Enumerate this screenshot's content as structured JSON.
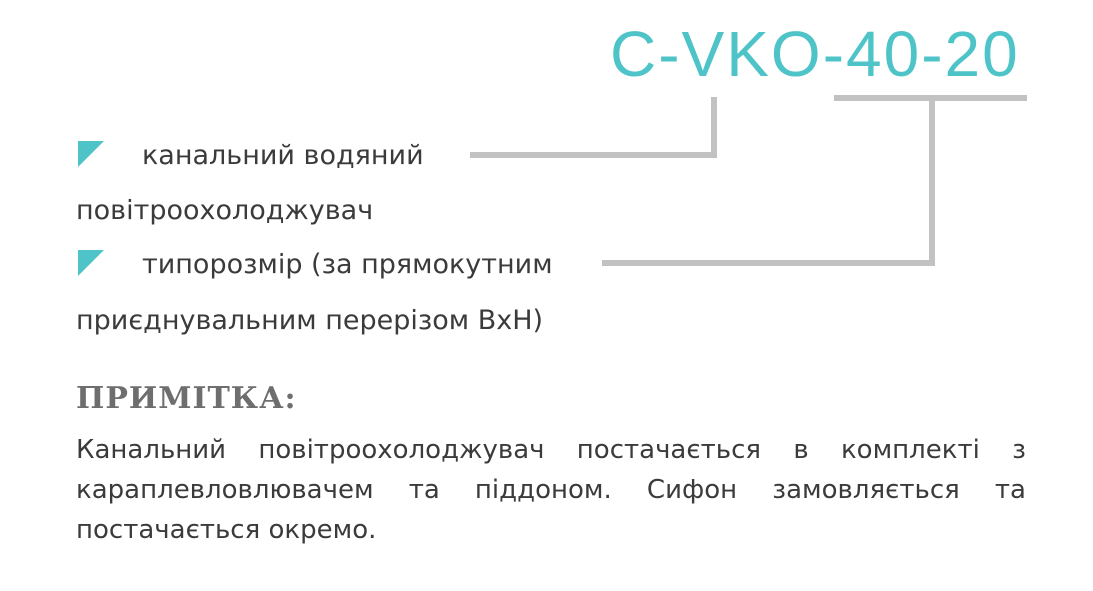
{
  "model_code": "C-VKO-40-20",
  "colors": {
    "accent": "#4ec4c8",
    "connector": "#c2c2c2",
    "text": "#3b3b3b",
    "note_title": "#6e6e6e"
  },
  "legend": [
    {
      "line1": "канальний водяний",
      "line2": "повітроохолоджувач",
      "marker_icon": "triangle-marker-icon"
    },
    {
      "line1": "типорозмір (за прямокутним",
      "line2": "приєднувальним перерізом ВхН)",
      "marker_icon": "triangle-marker-icon"
    }
  ],
  "note": {
    "title": "ПРИМІТКА:",
    "body": "Канальний повітроохолоджувач постачається в комплекті з караплевловлювачем та піддоном. Сифон замовляється та постачається окремо."
  }
}
